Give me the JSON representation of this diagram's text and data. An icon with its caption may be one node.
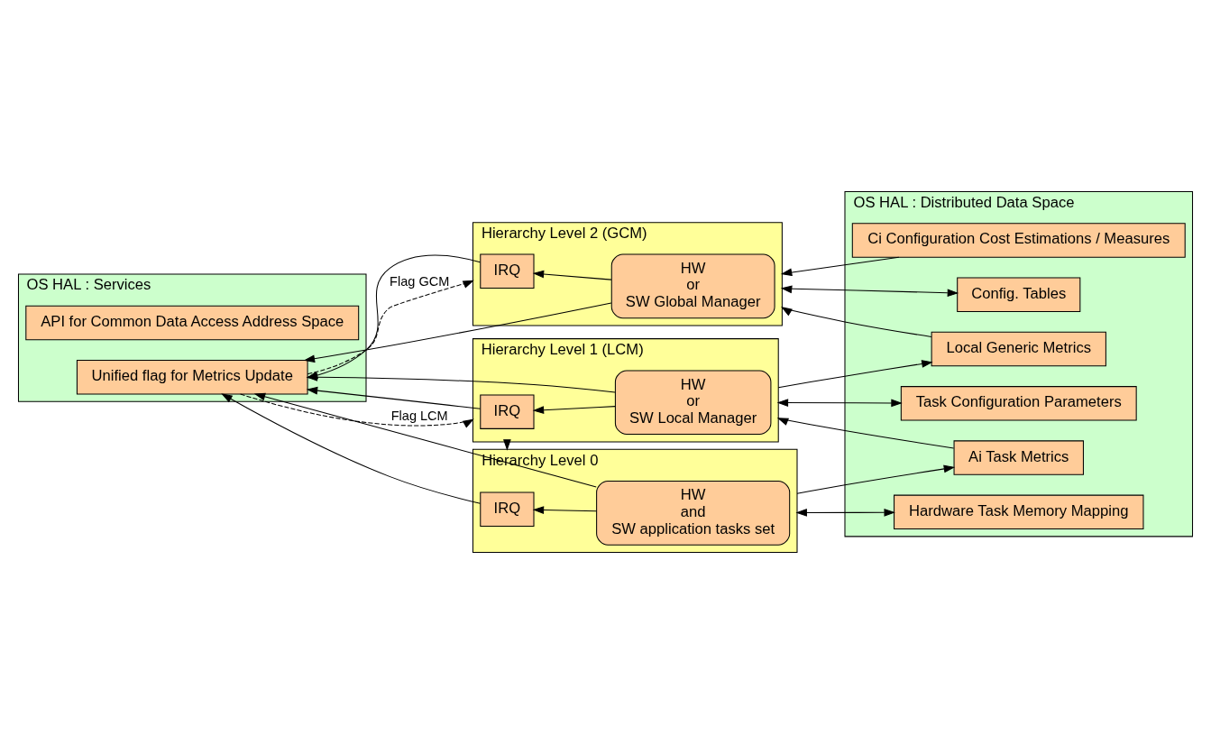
{
  "diagram": {
    "nodes": [
      {
        "text": [
          "OS HAL : Services"
        ]
      },
      {
        "text": [
          "API for Common Data Access Address Space"
        ],
        "in": 0
      },
      {
        "text": [
          "Unified flag for Metrics Update"
        ],
        "in": 0
      },
      {
        "text": [
          "Hierarchy Level 2 (GCM)"
        ]
      },
      {
        "text": [
          "IRQ"
        ],
        "in": 3
      },
      {
        "text": [
          "HW",
          "or",
          "SW Global Manager"
        ],
        "in": 3
      },
      {
        "text": [
          "Hierarchy Level 1 (LCM)"
        ]
      },
      {
        "text": [
          "IRQ"
        ],
        "in": 6
      },
      {
        "text": [
          "HW",
          "or",
          "SW Local Manager"
        ],
        "in": 6
      },
      {
        "text": [
          "Hierarchy Level 0"
        ]
      },
      {
        "text": [
          "IRQ"
        ],
        "in": 9
      },
      {
        "text": [
          "HW",
          "and",
          "SW application tasks set"
        ],
        "in": 9
      },
      {
        "text": [
          "OS HAL : Distributed Data Space"
        ]
      },
      {
        "text": [
          "Config. Tables"
        ],
        "in": 12
      },
      {
        "text": [
          "Ci Configuration Cost Estimations / Measures"
        ],
        "in": 12
      },
      {
        "text": [
          "Local Generic Metrics"
        ],
        "in": 12
      },
      {
        "text": [
          "Task Configuration Parameters"
        ],
        "in": 12
      },
      {
        "text": [
          "Ai Task Metrics"
        ],
        "in": 12
      },
      {
        "text": [
          "Hardware Task Memory Mapping"
        ],
        "in": 12
      }
    ],
    "edges": [
      {
        "from": 5,
        "to": 4,
        "arrow": "to"
      },
      {
        "from": 8,
        "to": 7,
        "arrow": "to"
      },
      {
        "from": 11,
        "to": 10,
        "arrow": "to"
      },
      {
        "from": 4,
        "to": 2,
        "arrow": "to"
      },
      {
        "from": 5,
        "to": 2,
        "arrow": "to"
      },
      {
        "from": 7,
        "to": 2,
        "arrow": "to"
      },
      {
        "from": 8,
        "to": 2,
        "arrow": "to"
      },
      {
        "from": 10,
        "to": 2,
        "arrow": "to"
      },
      {
        "from": 11,
        "to": 2,
        "arrow": "to"
      },
      {
        "from": 2,
        "to": 3,
        "arrow": "to",
        "style": "dashed",
        "label": "Flag GCM"
      },
      {
        "from": 2,
        "to": 6,
        "arrow": "to",
        "style": "dashed",
        "label": "Flag LCM"
      },
      {
        "from": 3,
        "to": 13,
        "arrow": "both"
      },
      {
        "from": 14,
        "to": 3,
        "arrow": "to"
      },
      {
        "from": 15,
        "to": 3,
        "arrow": "to"
      },
      {
        "from": 6,
        "to": 15,
        "arrow": "to"
      },
      {
        "from": 6,
        "to": 16,
        "arrow": "both"
      },
      {
        "from": 17,
        "to": 6,
        "arrow": "to"
      },
      {
        "from": 6,
        "to": 9,
        "arrow": "to"
      },
      {
        "from": 9,
        "to": 17,
        "arrow": "to"
      },
      {
        "from": 9,
        "to": 18,
        "arrow": "both"
      }
    ]
  }
}
